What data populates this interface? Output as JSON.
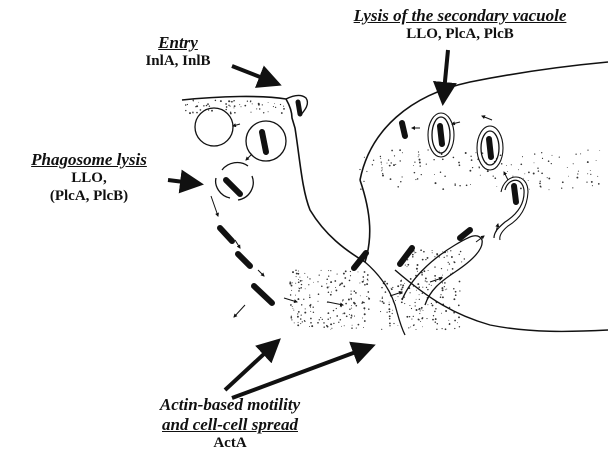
{
  "labels": {
    "entry": {
      "title": "Entry",
      "factors": "InlA, InlB"
    },
    "phagosome_lysis": {
      "title": "Phagosome lysis",
      "factors_1": "LLO,",
      "factors_2": "(PlcA, PlcB)"
    },
    "secondary_vacuole": {
      "title": "Lysis of the secondary vacuole",
      "factors": "LLO, PlcA, PlcB"
    },
    "motility": {
      "title_1": "Actin-based motility",
      "title_2": "and cell-cell spread",
      "factors": "ActA"
    }
  },
  "colors": {
    "ink": "#111111",
    "background": "#ffffff"
  }
}
